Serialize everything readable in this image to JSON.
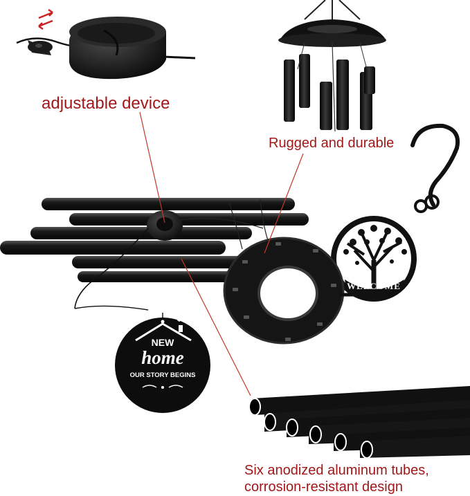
{
  "captions": {
    "adjustable": "adjustable device",
    "rugged": "Rugged and durable",
    "tubes_line1": "Six anodized aluminum tubes,",
    "tubes_line2": "corrosion-resistant design"
  },
  "sign": {
    "line1": "NEW",
    "line2": "home",
    "line3": "OUR STORY BEGINS"
  },
  "medallion_text": "WELCOME",
  "colors": {
    "caption": "#a01818",
    "leader_line": "#c0392b",
    "metal": "#111111",
    "arrow": "#cc2222"
  },
  "icons": {
    "adjust_arrow": "double-arrow-icon"
  }
}
